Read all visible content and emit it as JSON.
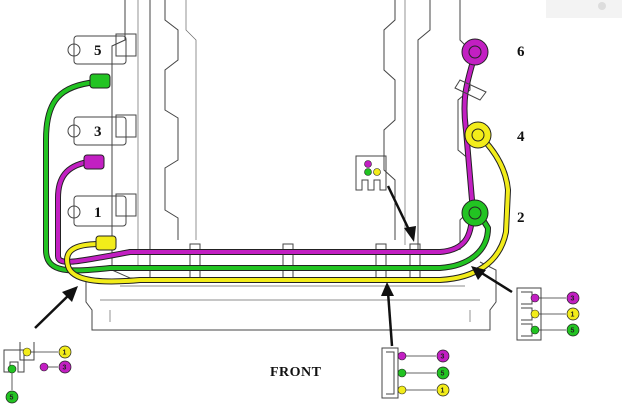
{
  "colors": {
    "green": "#22c322",
    "magenta": "#c21fc2",
    "yellow": "#f2ec1a",
    "line": "#333333"
  },
  "coil_labels": {
    "c5": "5",
    "c3": "3",
    "c1": "1",
    "c6": "6",
    "c4": "4",
    "c2": "2"
  },
  "front_label": "FRONT",
  "clip_callouts": {
    "left": {
      "yellow": "1",
      "magenta": "3",
      "green": "5"
    },
    "bottom": {
      "magenta": "3",
      "green": "5",
      "yellow": "1"
    },
    "right": {
      "magenta": "3",
      "yellow": "1",
      "green": "5"
    }
  }
}
